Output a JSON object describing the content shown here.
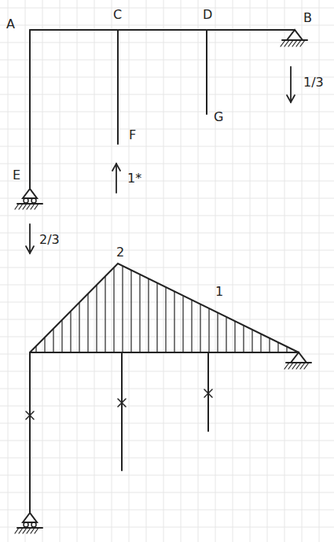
{
  "diagram": {
    "labels": [
      "A",
      "C",
      "D",
      "B",
      "1/3",
      "G",
      "F",
      "1*",
      "E",
      "2/3",
      "2",
      "1"
    ]
  }
}
